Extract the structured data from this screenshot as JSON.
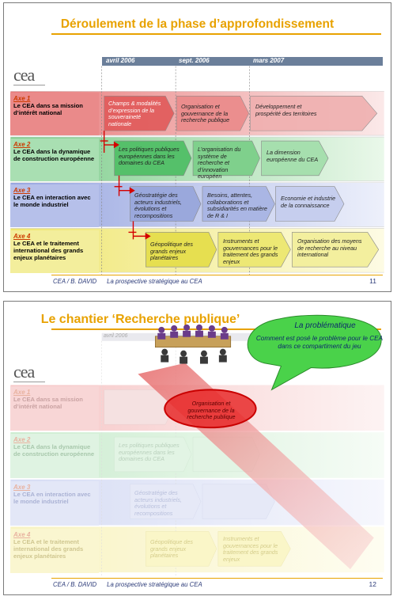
{
  "slide1": {
    "title": "Déroulement de la phase d’approfondissement",
    "logo": "cea",
    "dates": [
      "avril 2006",
      "sept. 2006",
      "mars 2007"
    ],
    "axes": [
      {
        "header": "Axe 1",
        "text": "Le CEA dans sa mission d’intérêt national",
        "color": "#ea8a8a"
      },
      {
        "header": "Axe 2",
        "text": "Le CEA dans la dynamique de construction européenne",
        "color": "#8fd39a"
      },
      {
        "header": "Axe 3",
        "text": "Le CEA en interaction avec le monde industriel",
        "color": "#a8b4e6"
      },
      {
        "header": "Axe 4",
        "text": "Le CEA et le traitement international des grands enjeux planétaires",
        "color": "#f2ec8e"
      }
    ],
    "cells": [
      [
        "Champs & modalités d’expression de la souveraineté nationale",
        "Organisation et gouvernance de la recherche publique",
        "Développement et prospérité des territoires"
      ],
      [
        "Les politiques publiques européennes dans les domaines du CEA",
        "L’organisation du système de recherche et d’innovation européen",
        "La dimension européenne du CEA"
      ],
      [
        "Géostratégie des acteurs industriels, évolutions et recompositions",
        "Besoins, attentes, collaborations et subsidiarités en matière de R & I",
        "Economie et industrie de la connaissance"
      ],
      [
        "Géopolitique des grands enjeux planétaires",
        "Instruments et gouvernances pour le traitement des grands enjeux",
        "Organisation des moyens de recherche au niveau international"
      ]
    ],
    "footer": "CEA / B. DAVID      La prospective stratégique au CEA",
    "page": "11"
  },
  "slide2": {
    "title": "Le chantier ‘Recherche publique’",
    "logo": "cea",
    "date": "avril 2006",
    "bubble_title": "La problématique",
    "bubble_text": "Comment est posé le problème pour le CEA dans ce compartiment du jeu",
    "highlight": "Organisation et gouvernance de la recherche publique",
    "axes": [
      {
        "header": "Axe 1",
        "text": "Le CEA dans sa mission d’intérêt national"
      },
      {
        "header": "Axe 2",
        "text": "Le CEA dans la dynamique de construction européenne"
      },
      {
        "header": "Axe 3",
        "text": "Le CEA en interaction avec le monde industriel"
      },
      {
        "header": "Axe 4",
        "text": "Le CEA et le traitement international des grands enjeux planétaires"
      }
    ],
    "faded_cells": [
      "Les politiques publiques européennes dans les domaines du CEA",
      "Géostratégie des acteurs industriels, évolutions et recompositions",
      "Géopolitique des grands enjeux planétaires",
      "Instruments et gouvernances pour le traitement des grands enjeux"
    ],
    "footer": "CEA / B. DAVID      La prospective stratégique au CEA",
    "page": "12"
  }
}
